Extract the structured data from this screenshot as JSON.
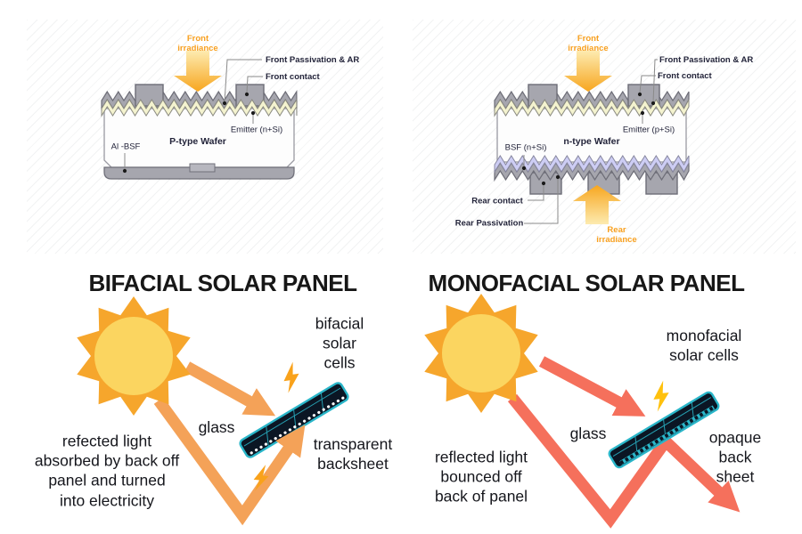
{
  "colors": {
    "sun_orange": "#F6A62C",
    "sun_core": "#FBD560",
    "bifacial_arrow": "#F4A258",
    "monofacial_arrow": "#F5705C",
    "bolt_amber": "#F9A21B",
    "bolt_yellow": "#FFC10D",
    "panel_fill": "#0B1624",
    "panel_edge": "#2AB6C9",
    "irradiance_orange": "#F8A01F",
    "wafer_gray": "#A6A6AE",
    "emitter_cream": "#F4F3CF",
    "bsf_lavender": "#CDCDF4"
  },
  "wafer_left": {
    "front_irradiance": "Front\nirradiance",
    "front_passivation": "Front Passivation & AR",
    "front_contact": "Front contact",
    "emitter": "Emitter (n+Si)",
    "wafer": "P-type Wafer",
    "al_bsf": "Al -BSF"
  },
  "wafer_right": {
    "front_irradiance": "Front\nirradiance",
    "front_passivation": "Front Passivation & AR",
    "front_contact": "Front contact",
    "emitter": "Emitter (p+Si)",
    "wafer": "n-type Wafer",
    "bsf": "BSF (n+Si)",
    "rear_contact": "Rear contact",
    "rear_passivation": "Rear Passivation",
    "rear_irradiance": "Rear\nirradiance"
  },
  "bifacial": {
    "title": "BIFACIAL SOLAR PANEL",
    "cells": "bifacial\nsolar cells",
    "glass": "glass",
    "backsheet": "transparent\nbacksheet",
    "note": "refected light\nabsorbed by back off\npanel and turned\ninto electricity"
  },
  "monofacial": {
    "title": "MONOFACIAL SOLAR PANEL",
    "cells": "monofacial\nsolar cells",
    "glass": "glass",
    "backsheet": "opaque\nback sheet",
    "note": "reflected light\nbounced off\nback of panel"
  }
}
